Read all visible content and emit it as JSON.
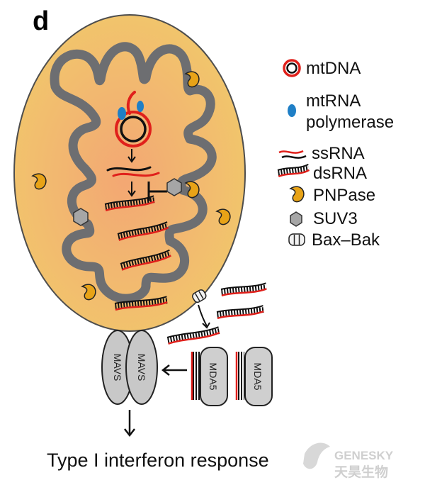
{
  "panel_letter": "d",
  "legend": {
    "mtdna": "mtDNA",
    "mtrna_line1": "mtRNA",
    "mtrna_line2": "polymerase",
    "ssrna": "ssRNA",
    "dsrna": "dsRNA",
    "pnpase": "PNPase",
    "suv3": "SUV3",
    "baxbak": "Bax–Bak"
  },
  "cytosol": {
    "mavs_left": "MAVS",
    "mavs_right": "MAVS",
    "mda5_left": "MDA5",
    "mda5_right": "MDA5"
  },
  "output": {
    "response": "Type I interferon response"
  },
  "watermark": {
    "brand": "GENESKY",
    "chinese": "天昊生物"
  },
  "colors": {
    "matrix": "#f1c46b",
    "matrix_center": "#f3a773",
    "cristae": "#6d6e71",
    "pnpase": "#e8a317",
    "suv3": "#a6a6a6",
    "rna_red": "#e0201b",
    "polymerase": "#1f7fc6"
  }
}
